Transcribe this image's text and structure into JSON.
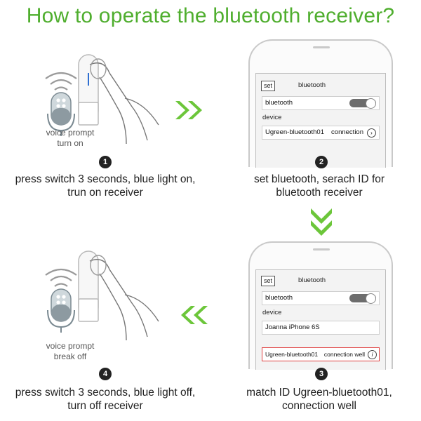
{
  "title": "How to operate the bluetooth receiver?",
  "steps": {
    "s1": {
      "num": "1",
      "caption_l1": "press switch 3 seconds, blue light on,",
      "caption_l2": "trun on receiver",
      "voice_l1": "voice prompt",
      "voice_l2": "turn on"
    },
    "s2": {
      "num": "2",
      "caption_l1": "set bluetooth, serach ID for",
      "caption_l2": "bluetooth receiver"
    },
    "s3": {
      "num": "3",
      "caption_l1": "match ID Ugreen-bluetooth01,",
      "caption_l2": "connection well"
    },
    "s4": {
      "num": "4",
      "caption_l1": "press switch 3 seconds, blue light off,",
      "caption_l2": "turn off receiver",
      "voice_l1": "voice prompt",
      "voice_l2": "break off"
    }
  },
  "phone1": {
    "set_label": "set",
    "header": "bluetooth",
    "bluetooth_label": "bluetooth",
    "device_label": "device",
    "device_name": "Ugreen-bluetooth01",
    "device_status": "connection"
  },
  "phone2": {
    "set_label": "set",
    "header": "bluetooth",
    "bluetooth_label": "bluetooth",
    "device_label": "device",
    "paired_device": "Joanna iPhone 6S",
    "device_name": "Ugreen-bluetooth01",
    "device_status": "connection well"
  },
  "colors": {
    "accent": "#4fae2e",
    "arrow": "#6cc63a",
    "highlight": "#e04040",
    "led": "#2f6fd1"
  },
  "icons": [
    "speaker-wave-icon",
    "microphone-icon",
    "finger-icon",
    "receiver-device-icon",
    "chevron-right-double-icon",
    "chevron-down-double-icon",
    "chevron-left-double-icon",
    "info-icon",
    "chevron-right-circle-icon"
  ]
}
